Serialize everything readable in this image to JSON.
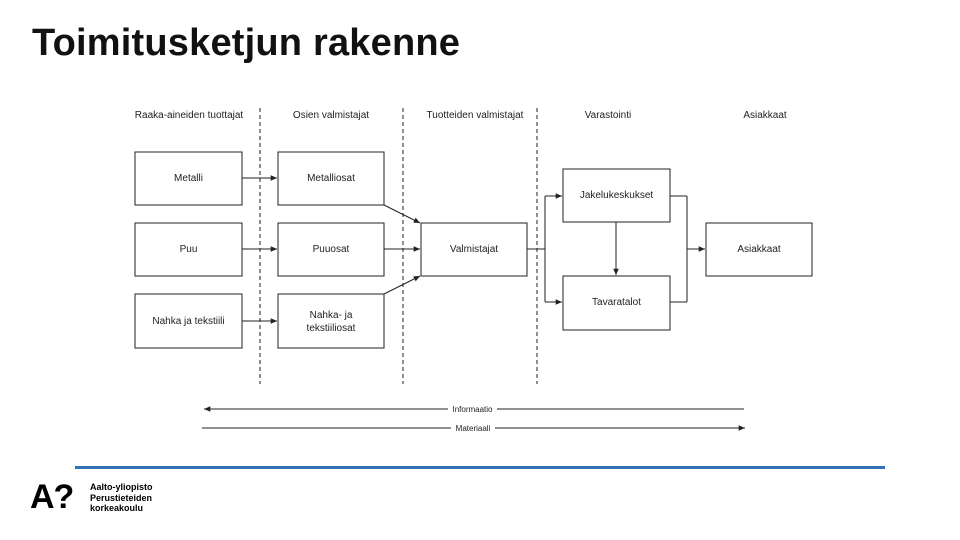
{
  "title": "Toimitusketjun rakenne",
  "diagram": {
    "columns": [
      "Raaka-aineiden tuottajat",
      "Osien valmistajat",
      "Tuotteiden valmistajat",
      "Varastointi",
      "Asiakkaat"
    ],
    "boxes": {
      "metalli": "Metalli",
      "puu": "Puu",
      "nahka_tekstiili": "Nahka ja tekstiili",
      "metalliosat": "Metalliosat",
      "puuosat": "Puuosat",
      "nahka_tekstiiliosat_line1": "Nahka- ja",
      "nahka_tekstiiliosat_line2": "tekstiiliosat",
      "valmistajat": "Valmistajat",
      "jakelukeskukset": "Jakelukeskukset",
      "tavaratalot": "Tavaratalot",
      "asiakkaat": "Asiakkaat"
    },
    "flows": {
      "information": "Informaatio",
      "material": "Materiaali"
    }
  },
  "logo": {
    "mark": "A?",
    "line1": "Aalto-yliopisto",
    "line2": "Perustieteiden",
    "line3": "korkeakoulu"
  },
  "colors": {
    "accent_rule": "#2f73b5",
    "stroke": "#222222"
  }
}
